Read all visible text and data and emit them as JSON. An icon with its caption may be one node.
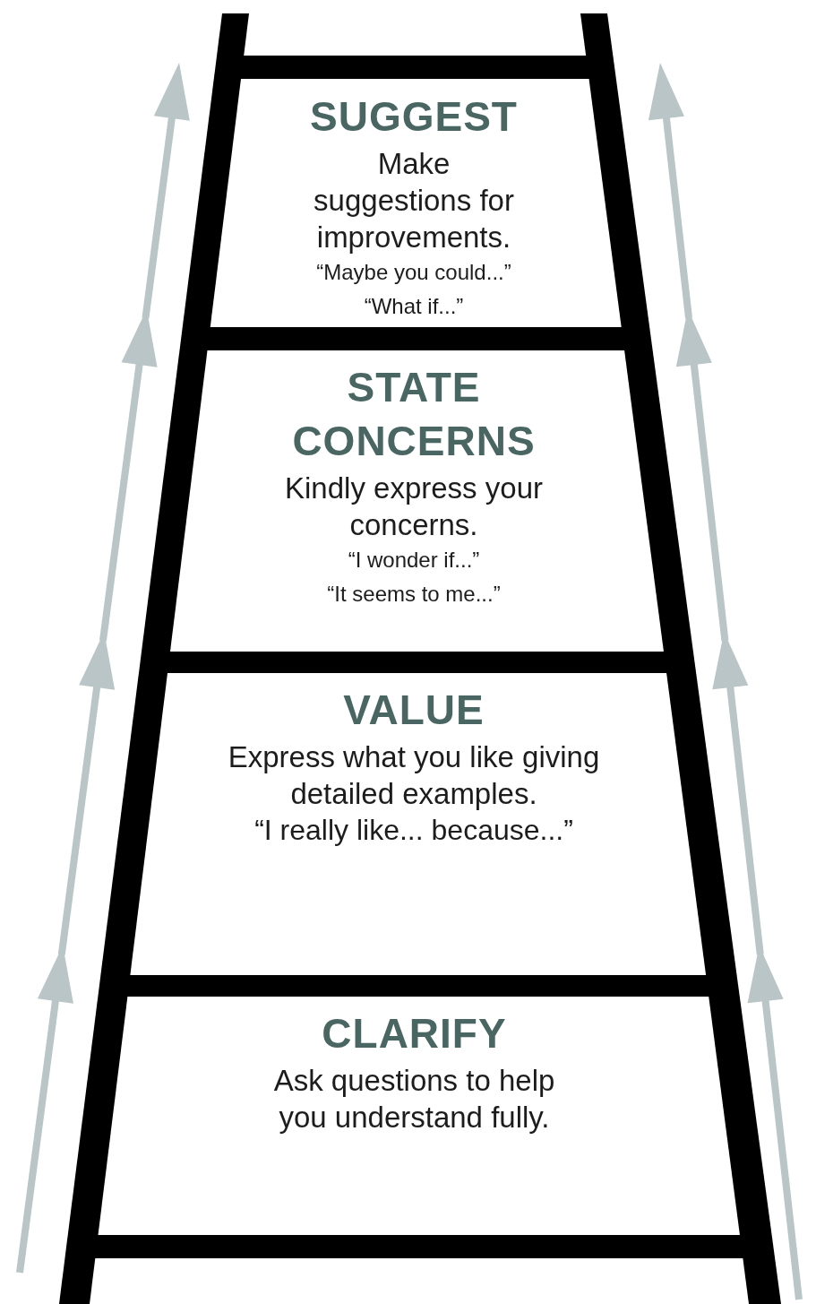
{
  "diagram": {
    "nodes": [
      {
        "text": [],
        "shape": "bar"
      },
      {
        "text": [
          "SUGGEST",
          "Make suggestions for improvements.",
          "“Maybe you could...”",
          "“What if...”"
        ]
      },
      {
        "text": [],
        "shape": "bar"
      },
      {
        "text": [
          "STATE CONCERNS",
          "Kindly express your concerns.",
          "“I wonder if...”",
          "“It seems to me...”"
        ]
      },
      {
        "text": [],
        "shape": "bar"
      },
      {
        "text": [
          "VALUE",
          "Express what you like giving detailed examples.",
          "“I really like... because...”"
        ]
      },
      {
        "text": [],
        "shape": "bar"
      },
      {
        "text": [
          "CLARIFY",
          "Ask questions to help you understand fully."
        ]
      },
      {
        "text": [],
        "shape": "bar"
      }
    ],
    "edges": []
  }
}
